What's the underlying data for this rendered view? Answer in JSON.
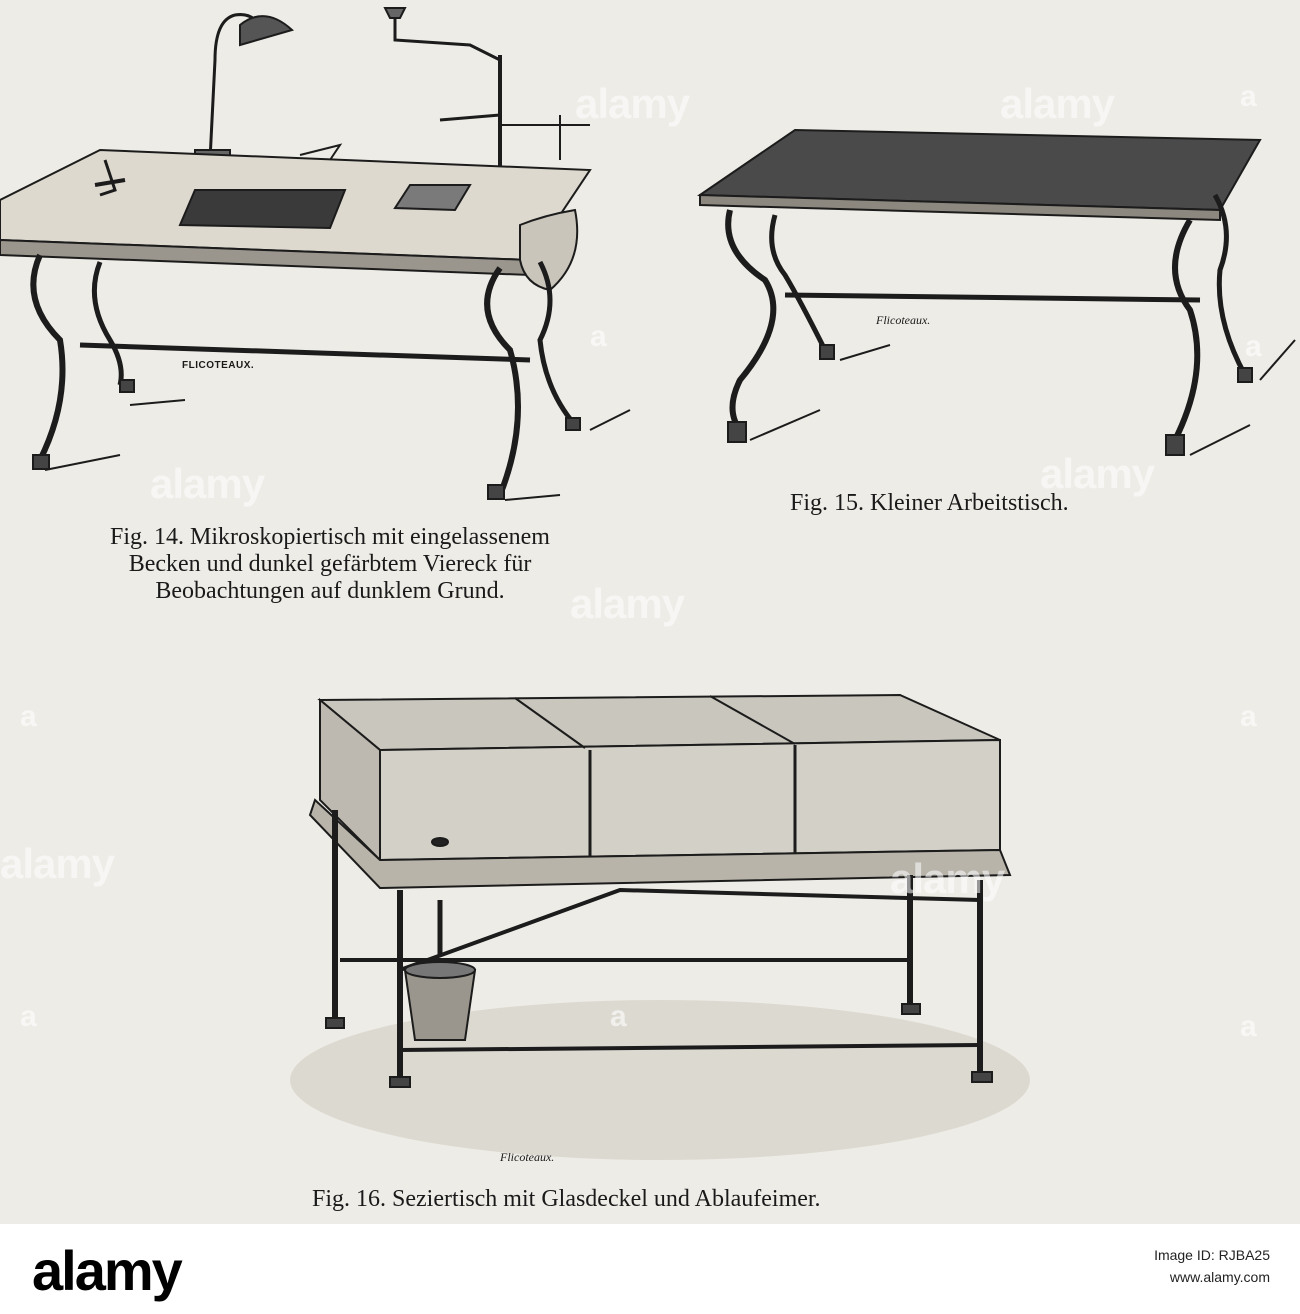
{
  "figures": [
    {
      "id": "fig14",
      "caption_lines": [
        "Fig. 14.  Mikroskopiertisch mit eingelassenem",
        "Becken und dunkel gefärbtem Viereck für",
        "Beobachtungen auf dunklem Grund."
      ],
      "maker": "FLICOTEAUX."
    },
    {
      "id": "fig15",
      "caption_lines": [
        "Fig. 15.  Kleiner Arbeitstisch."
      ],
      "maker": "Flicoteaux."
    },
    {
      "id": "fig16",
      "caption_lines": [
        "Fig. 16.  Seziertisch mit Glasdeckel und Ablaufeimer."
      ],
      "maker": "Flicoteaux."
    }
  ],
  "watermark": {
    "word": "alamy",
    "letter": "a"
  },
  "footer": {
    "logo": "alamy",
    "image_id_label": "Image ID: RJBA25",
    "site": "www.alamy.com"
  }
}
